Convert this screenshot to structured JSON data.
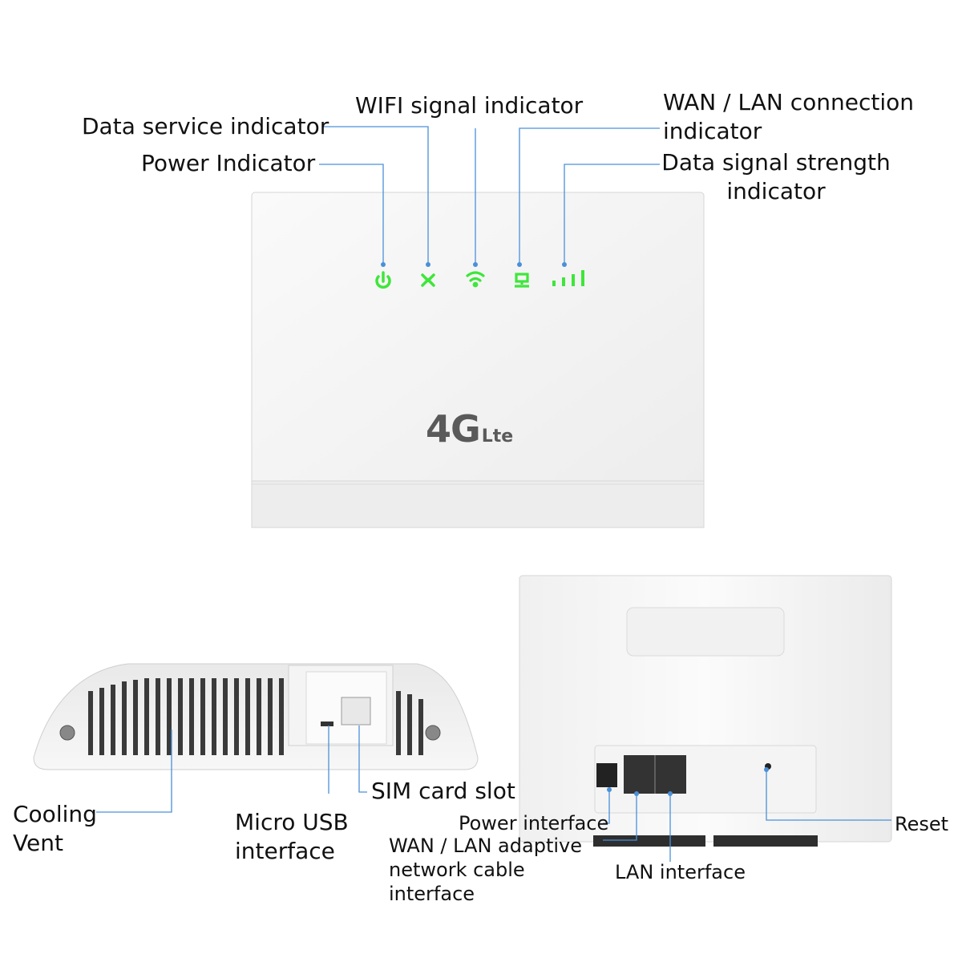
{
  "front_labels": {
    "wifi": "WIFI signal indicator",
    "data_service": "Data service indicator",
    "power": "Power Indicator",
    "wan_lan": "WAN / LAN connection indicator",
    "data_signal": "Data signal strength indicator"
  },
  "brand": {
    "main": "4G",
    "sub": "Lte"
  },
  "side_labels": {
    "cooling": "Cooling Vent",
    "micro_usb": "Micro USB interface",
    "sim": "SIM card slot"
  },
  "back_labels": {
    "power_interface": "Power interface",
    "wan_lan_adaptive": "WAN / LAN adaptive network cable interface",
    "lan": "LAN interface",
    "reset": "Reset"
  },
  "colors": {
    "led": "#3ee63a",
    "callout": "#4a90d9",
    "device": "#f3f3f3"
  },
  "icons": [
    "power-icon",
    "data-service-icon",
    "wifi-icon",
    "wan-lan-icon",
    "signal-bars-icon"
  ]
}
